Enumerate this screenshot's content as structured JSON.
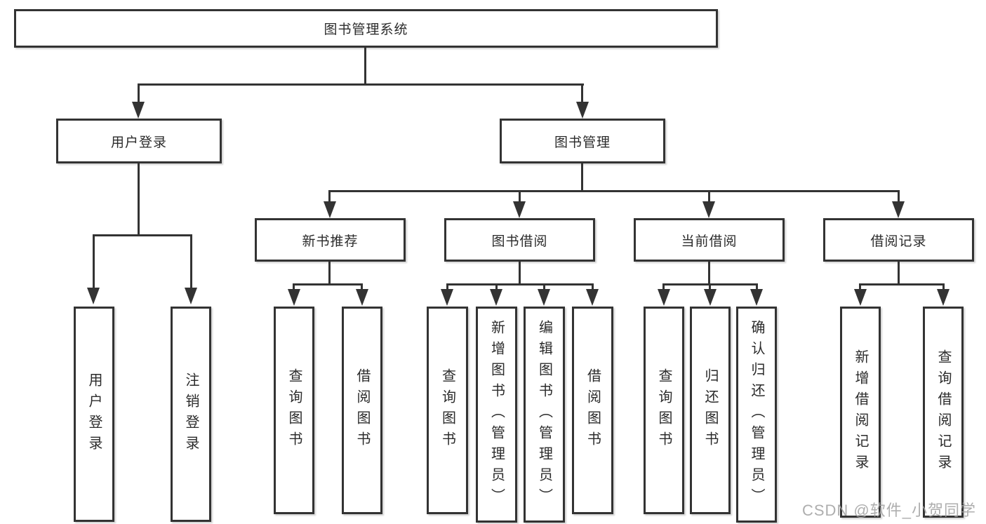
{
  "title": "图书管理系统",
  "level2": {
    "left": "用户登录",
    "right": "图书管理"
  },
  "level3": [
    "新书推荐",
    "图书借阅",
    "当前借阅",
    "借阅记录"
  ],
  "leaves": {
    "g1": [
      "用户登录",
      "注销登录"
    ],
    "g2": [
      "查询图书",
      "借阅图书"
    ],
    "g3": [
      "查询图书",
      "新增图书（管理员）",
      "编辑图书（管理员）",
      "借阅图书"
    ],
    "g4": [
      "查询图书",
      "归还图书",
      "确认归还（管理员）"
    ],
    "g5": [
      "新增借阅记录",
      "查询借阅记录"
    ]
  },
  "watermark": "CSDN @软件_小贺同学",
  "colors": {
    "line": "#333333",
    "box_border": "#333333",
    "text": "#2b2b2b",
    "watermark": "#a0a0a0",
    "background": "#ffffff"
  }
}
